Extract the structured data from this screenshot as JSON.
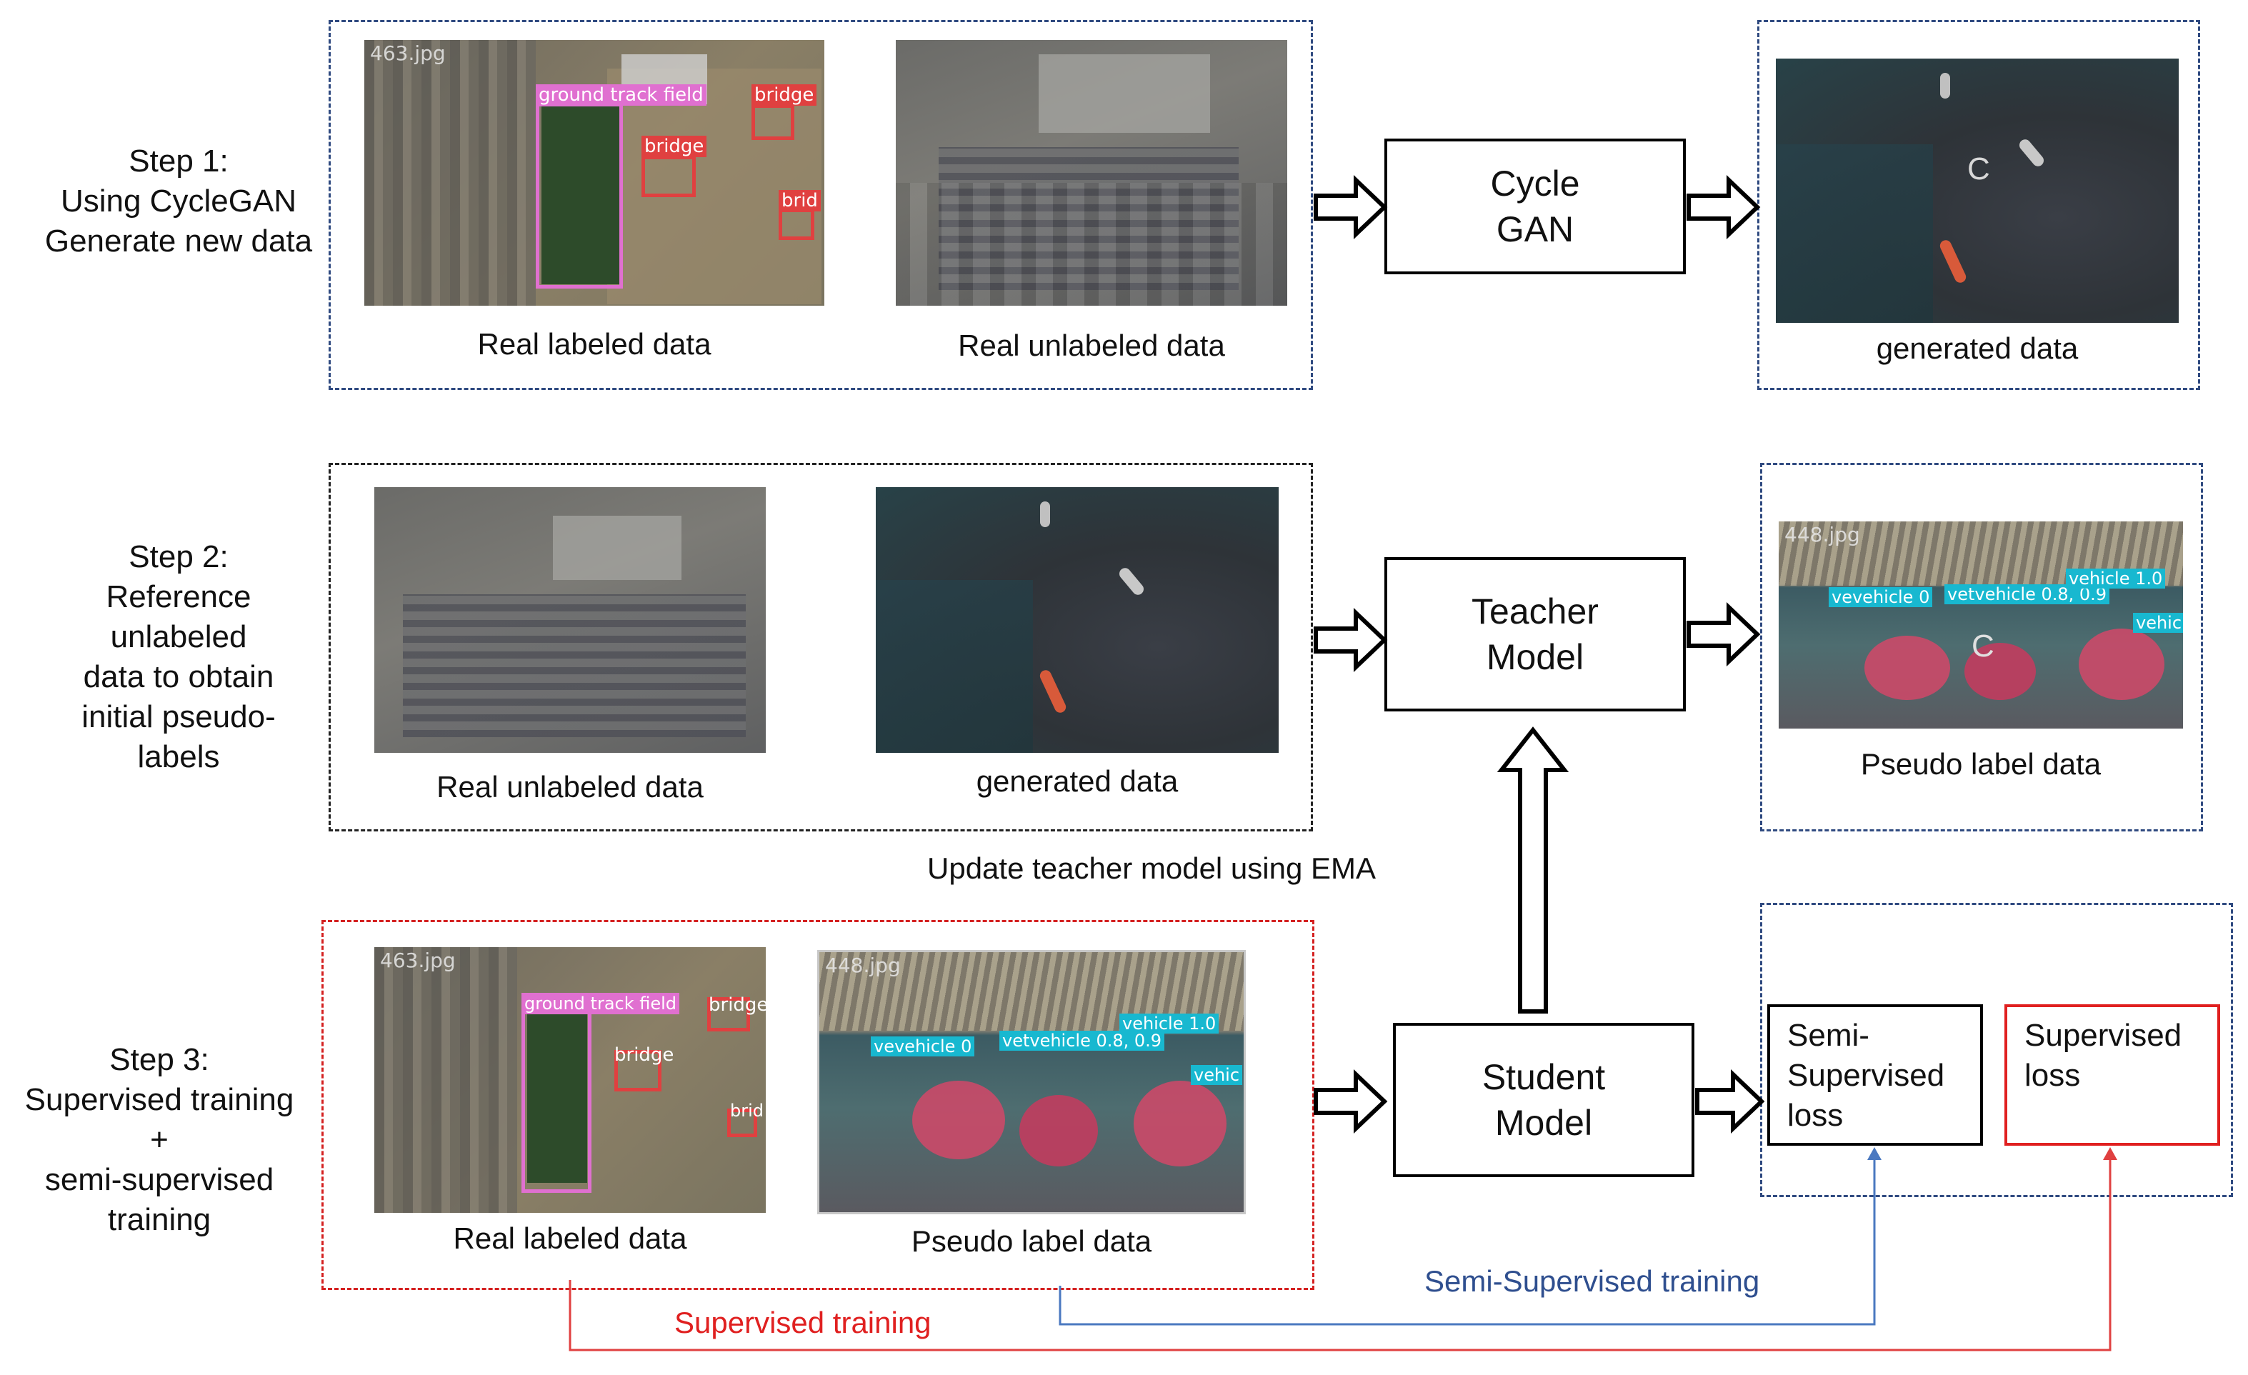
{
  "steps": [
    "Step 1:\nUsing CycleGAN\nGenerate new data",
    "Step 2:\nReference\nunlabeled\ndata to obtain\ninitial pseudo-\nlabels",
    "Step 3:\nSupervised training\n+\nsemi-supervised\ntraining"
  ],
  "captions": {
    "real_labeled": "Real labeled data",
    "real_unlabeled": "Real unlabeled data",
    "generated": "generated data",
    "pseudo": "Pseudo label data"
  },
  "models": {
    "cyclegan": "Cycle\nGAN",
    "teacher": "Teacher\nModel",
    "student": "Student\nModel"
  },
  "losses": {
    "semi": "Semi-\nSupervised\nloss",
    "supervised": "Supervised\nloss"
  },
  "labels": {
    "ema": "Update teacher model using EMA",
    "semi_training": "Semi-Supervised training",
    "supervised_training": "Supervised training"
  },
  "image_text": {
    "file_463": "463.jpg",
    "file_448": "448.jpg",
    "ground_track_field": "ground  track  field",
    "bridge": "bridge",
    "brid": "brid",
    "vehicle_1": "vehicle  1.0",
    "vevehicle": "vevehicle  0",
    "vetvehicle": "vetvehicle  0.8,  0.9",
    "vehic": "vehic",
    "c_mark": "C"
  },
  "colors": {
    "blue_dash": "#2f4a80",
    "black_dash": "#222222",
    "red_dash": "#d42020",
    "semi_text": "#2f4f8f",
    "sup_text": "#e02020",
    "semi_line": "#4a78c0",
    "sup_line": "#e04040",
    "pink_box": "#e070d0",
    "red_box": "#e04040",
    "cyan_box": "#18b8d0"
  }
}
